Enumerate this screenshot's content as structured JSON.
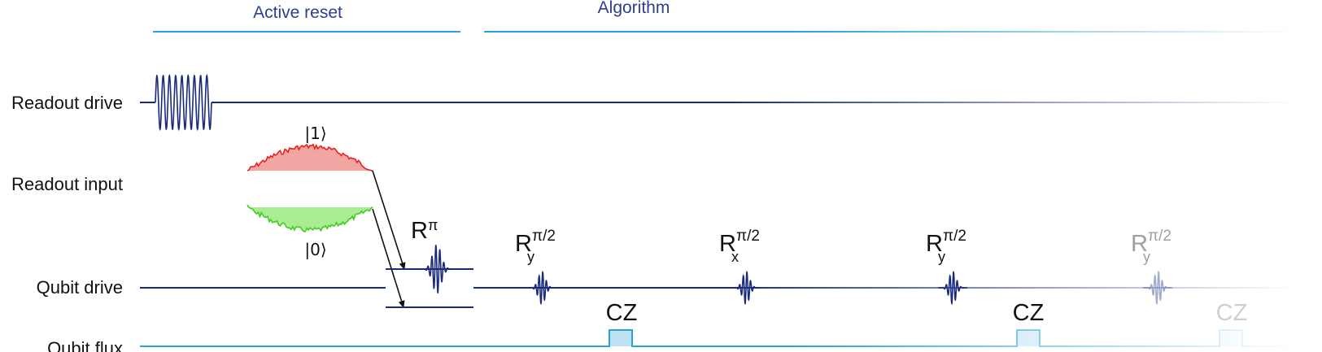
{
  "sections": {
    "active_reset": "Active reset",
    "algorithm": "Algorithm"
  },
  "rows": {
    "readout_drive": "Readout drive",
    "readout_input": "Readout input",
    "qubit_drive": "Qubit drive",
    "qubit_flux": "Qubit flux"
  },
  "states": {
    "one": "|1⟩",
    "zero": "|0⟩"
  },
  "gates": {
    "reset_pi": {
      "base": "R",
      "sup": "π"
    },
    "g1": {
      "base": "R",
      "sub": "y",
      "sup": "π/2"
    },
    "g2": {
      "base": "R",
      "sub": "x",
      "sup": "π/2"
    },
    "g3": {
      "base": "R",
      "sub": "y",
      "sup": "π/2"
    },
    "g4": {
      "base": "R",
      "sub": "y",
      "sup": "π/2"
    },
    "cz": "CZ"
  },
  "colors": {
    "navy": "#1a2a7c",
    "cyan": "#29a3dc",
    "red": "#e8211f",
    "red_fill": "#f2a6a3",
    "green": "#3fcf1b",
    "green_fill": "#a9ec93",
    "pulse_fill": "#bfe3f5"
  }
}
